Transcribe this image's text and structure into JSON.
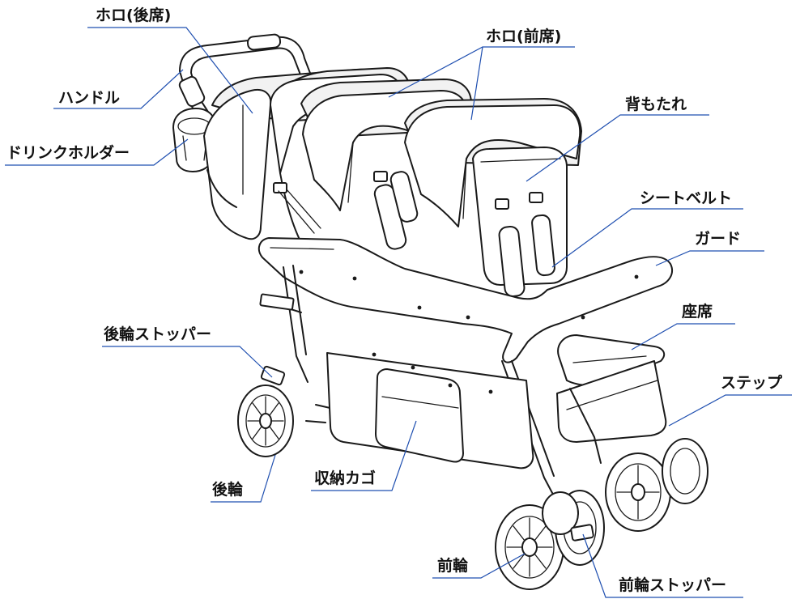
{
  "labels": {
    "hood_rear": "ホロ(後席)",
    "hood_front": "ホロ(前席)",
    "handle": "ハンドル",
    "backrest": "背もたれ",
    "drink_holder": "ドリンクホルダー",
    "seat_belt": "シートベルト",
    "guard": "ガード",
    "seat": "座席",
    "rear_wheel_stopper": "後輪ストッパー",
    "step": "ステップ",
    "rear_wheel": "後輪",
    "basket": "収納カゴ",
    "front_wheel": "前輪",
    "front_wheel_stopper": "前輪ストッパー"
  },
  "colors": {
    "leader_line": "#1f4fb0",
    "outline": "#1a1a1a",
    "background": "#ffffff"
  }
}
